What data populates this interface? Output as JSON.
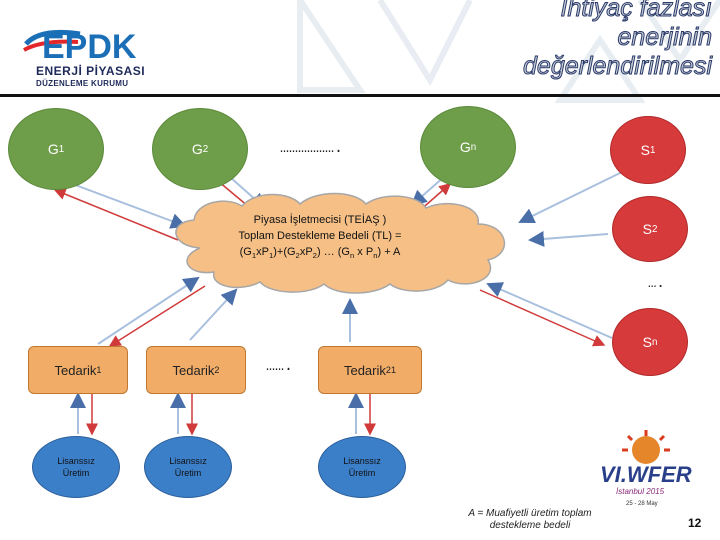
{
  "logo": {
    "brand": "EPDK",
    "line1": "ENERJİ PİYASASI",
    "line2": "DÜZENLEME KURUMU"
  },
  "title": [
    "İhtiyaç fazlası",
    "enerjinin",
    "değerlendirilmesi"
  ],
  "generators": [
    {
      "label": "G",
      "sub": "1"
    },
    {
      "label": "G",
      "sub": "2"
    },
    {
      "label": "G",
      "sub": "n"
    }
  ],
  "generators_ellipsis": "……………….",
  "suppliers_right": [
    {
      "label": "S",
      "sub": "1"
    },
    {
      "label": "S",
      "sub": "2"
    },
    {
      "label": "….",
      "sub": ""
    },
    {
      "label": "S",
      "sub": "n"
    }
  ],
  "cloud": {
    "line1": "Piyasa İşletmecisi (TEİAŞ )",
    "line2": "Toplam Destekleme Bedeli (TL) =",
    "line3_parts": [
      "(G",
      "1",
      "xP",
      "1",
      ")+(G",
      "2",
      "xP",
      "2",
      ") … (G",
      "n",
      " x P",
      "n",
      ") + A"
    ]
  },
  "tedarik": [
    {
      "label": "Tedarik",
      "sub": "1"
    },
    {
      "label": "Tedarik",
      "sub": "2"
    },
    {
      "label": "Tedarik",
      "sub": "21"
    }
  ],
  "tedarik_ellipsis": "…….",
  "lisanssiz": [
    {
      "line1": "Lisanssız",
      "line2": "Üretim"
    },
    {
      "line1": "Lisanssız",
      "line2": "Üretim"
    },
    {
      "line1": "Lisanssız",
      "line2": "Üretim"
    }
  ],
  "note": "A = Muafiyetli üretim toplam destekleme bedeli",
  "wfer": {
    "name": "VI.WFER",
    "city": "İstanbul 2015",
    "dates": "25 - 28 May"
  },
  "page_number": "12",
  "colors": {
    "green": "#6f9e4a",
    "red": "#d63a3a",
    "orange": "#f1ad68",
    "blue": "#3c7fc9",
    "cloud": "#f5bf86"
  }
}
